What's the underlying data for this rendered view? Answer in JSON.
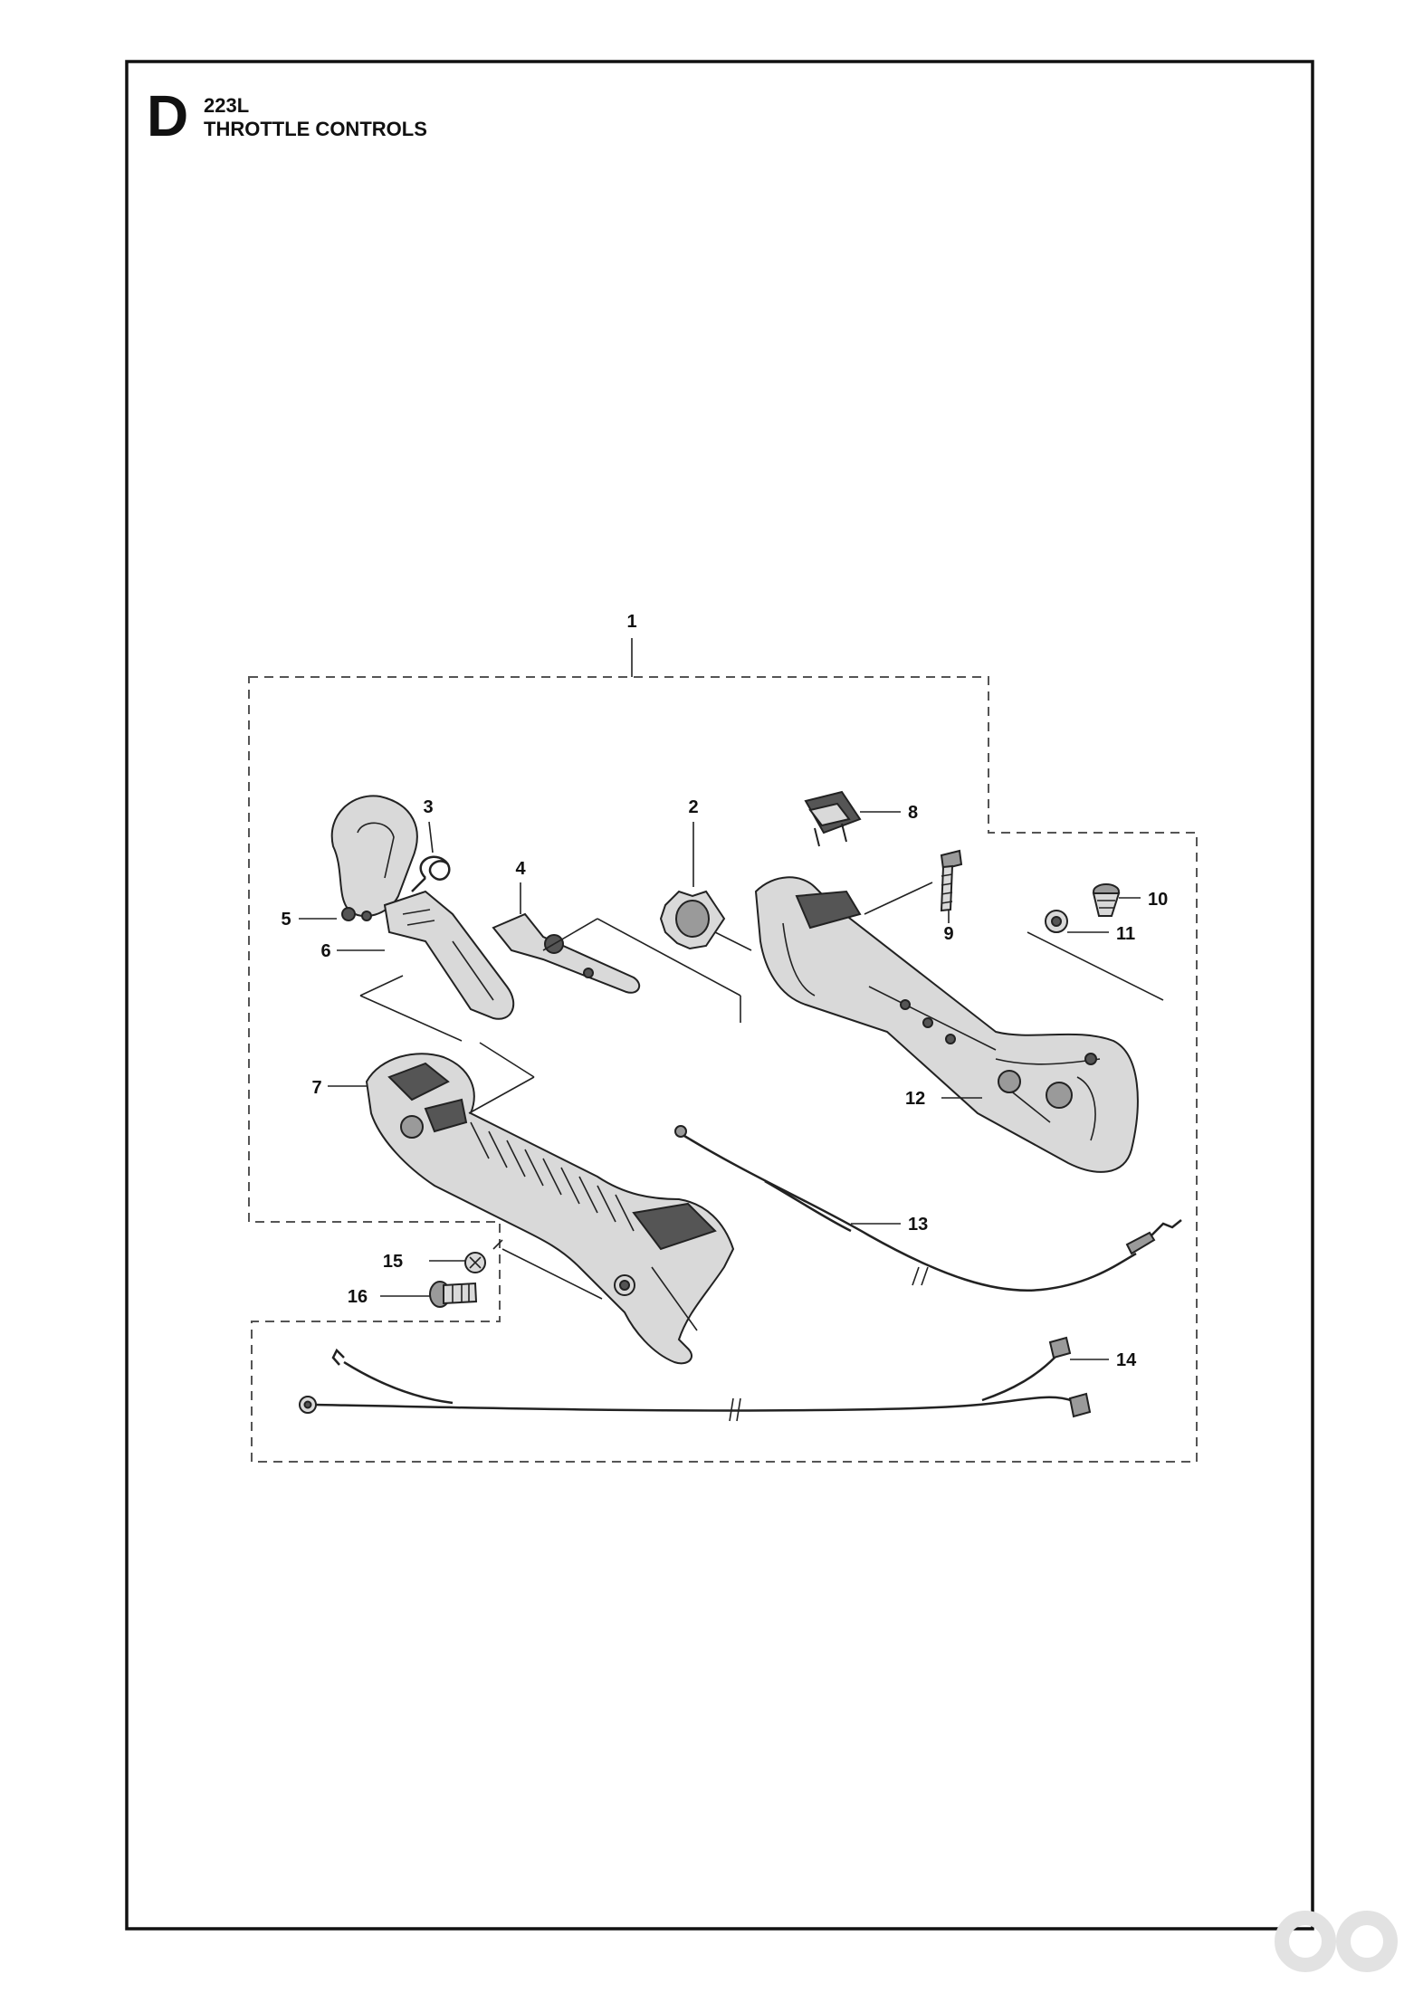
{
  "header": {
    "section_letter": "D",
    "model": "223L",
    "title": "THROTTLE CONTROLS"
  },
  "callouts": [
    "1",
    "2",
    "3",
    "4",
    "5",
    "6",
    "7",
    "8",
    "9",
    "10",
    "11",
    "12",
    "13",
    "14",
    "15",
    "16"
  ]
}
